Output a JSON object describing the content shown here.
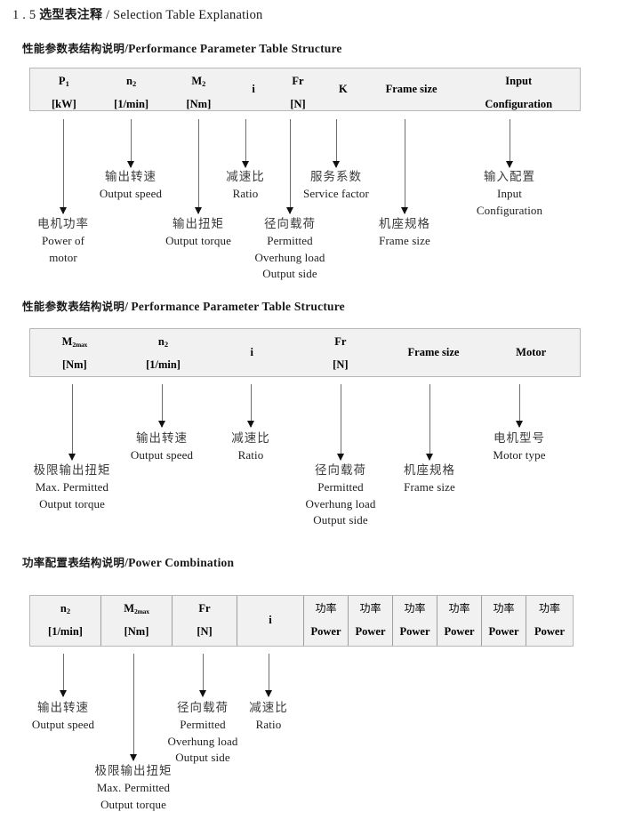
{
  "document": {
    "title_number": "1 . 5",
    "title_cn": "选型表注释",
    "title_sep": "/",
    "title_en": "Selection Table Explanation"
  },
  "sections": [
    {
      "id": "performance-parameter-table-structure-1",
      "heading_cn": "性能参数表结构说明",
      "heading_sep": "/",
      "heading_en": "Performance Parameter Table Structure",
      "table": {
        "divided": false,
        "columns": [
          {
            "symbol": "P",
            "sub": "1",
            "unit": "[kW]"
          },
          {
            "symbol": "n",
            "sub": "2",
            "unit": "[1/min]"
          },
          {
            "symbol": "M",
            "sub": "2",
            "unit": "[Nm]"
          },
          {
            "symbol": "i",
            "sub": "",
            "unit": ""
          },
          {
            "symbol": "Fr",
            "sub": "",
            "unit": "[N]"
          },
          {
            "symbol": "K",
            "sub": "",
            "unit": ""
          },
          {
            "symbol": "Frame size",
            "sub": "",
            "unit": ""
          },
          {
            "symbol": "Input",
            "sub": "",
            "unit": "Configuration"
          }
        ]
      },
      "annotations": [
        {
          "cn": "电机功率",
          "en": [
            "Power of",
            "motor"
          ]
        },
        {
          "cn": "输出转速",
          "en": [
            "Output speed"
          ]
        },
        {
          "cn": "输出扭矩",
          "en": [
            "Output torque"
          ]
        },
        {
          "cn": "减速比",
          "en": [
            "Ratio"
          ]
        },
        {
          "cn": "径向载荷",
          "en": [
            "Permitted",
            "Overhung load",
            "Output side"
          ]
        },
        {
          "cn": "服务系数",
          "en": [
            "Service factor"
          ]
        },
        {
          "cn": "机座规格",
          "en": [
            "Frame size"
          ]
        },
        {
          "cn": "输入配置",
          "en": [
            "Input",
            "Configuration"
          ]
        }
      ]
    },
    {
      "id": "performance-parameter-table-structure-2",
      "heading_cn": "性能参数表结构说明",
      "heading_sep": "/",
      "heading_en": "Performance Parameter Table Structure",
      "table": {
        "divided": false,
        "columns": [
          {
            "symbol": "M",
            "sub": "2max",
            "unit": "[Nm]"
          },
          {
            "symbol": "n",
            "sub": "2",
            "unit": "[1/min]"
          },
          {
            "symbol": "i",
            "sub": "",
            "unit": ""
          },
          {
            "symbol": "Fr",
            "sub": "",
            "unit": "[N]"
          },
          {
            "symbol": "Frame size",
            "sub": "",
            "unit": ""
          },
          {
            "symbol": "Motor",
            "sub": "",
            "unit": ""
          }
        ]
      },
      "annotations": [
        {
          "cn": "极限输出扭矩",
          "en": [
            "Max. Permitted",
            "Output  torque"
          ]
        },
        {
          "cn": "输出转速",
          "en": [
            "Output speed"
          ]
        },
        {
          "cn": "减速比",
          "en": [
            "Ratio"
          ]
        },
        {
          "cn": "径向载荷",
          "en": [
            "Permitted",
            "Overhung load",
            "Output side"
          ]
        },
        {
          "cn": "机座规格",
          "en": [
            "Frame size"
          ]
        },
        {
          "cn": "电机型号",
          "en": [
            "Motor type"
          ]
        }
      ]
    },
    {
      "id": "power-combination",
      "heading_cn": "功率配置表结构说明",
      "heading_sep": "/",
      "heading_en": "Power Combination",
      "table": {
        "divided": true,
        "columns": [
          {
            "symbol": "n",
            "sub": "2",
            "unit": "[1/min]"
          },
          {
            "symbol": "M",
            "sub": "2max",
            "unit": "[Nm]"
          },
          {
            "symbol": "Fr",
            "sub": "",
            "unit": "[N]"
          },
          {
            "symbol": "i",
            "sub": "",
            "unit": ""
          },
          {
            "symbol_cn": "功率",
            "sub": "",
            "unit": "Power"
          },
          {
            "symbol_cn": "功率",
            "sub": "",
            "unit": "Power"
          },
          {
            "symbol_cn": "功率",
            "sub": "",
            "unit": "Power"
          },
          {
            "symbol_cn": "功率",
            "sub": "",
            "unit": "Power"
          },
          {
            "symbol_cn": "功率",
            "sub": "",
            "unit": "Power"
          },
          {
            "symbol_cn": "功率",
            "sub": "",
            "unit": "Power"
          }
        ]
      },
      "annotations": [
        {
          "cn": "输出转速",
          "en": [
            "Output speed"
          ]
        },
        {
          "cn": "极限输出扭矩",
          "en": [
            "Max. Permitted",
            "Output  torque"
          ]
        },
        {
          "cn": "径向载荷",
          "en": [
            "Permitted",
            "Overhung load",
            "Output side"
          ]
        },
        {
          "cn": "减速比",
          "en": [
            "Ratio"
          ]
        }
      ]
    }
  ],
  "colors": {
    "table_fill": "#f1f1f1",
    "table_border": "#b7b7b7",
    "arrow_line": "#6e6e6e",
    "arrow_head": "#111111",
    "cn_text": "#3b3b3b",
    "en_text": "#1d1d1d"
  }
}
